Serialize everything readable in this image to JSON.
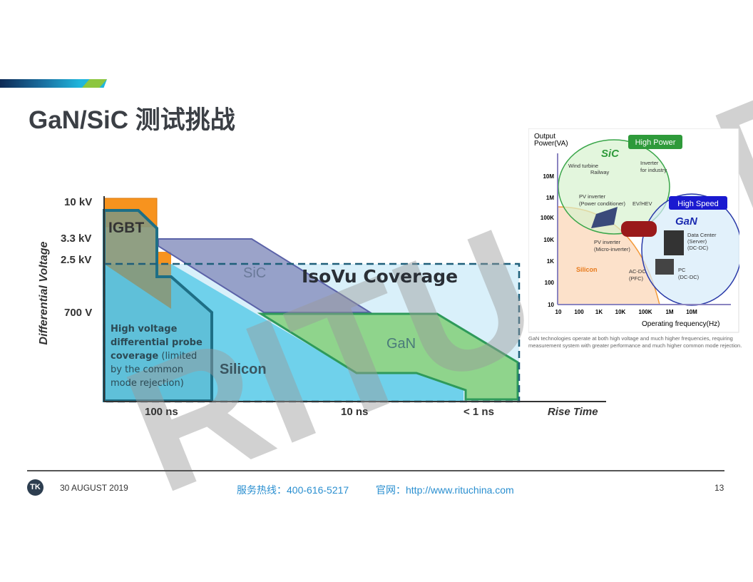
{
  "slide": {
    "title": "GaN/SiC 测试挑战",
    "watermark": "RITU 日图科技"
  },
  "diagram": {
    "y_axis_title": "Differential Voltage",
    "y_ticks": [
      "10 kV",
      "3.3 kV",
      "2.5 kV",
      "700 V"
    ],
    "x_ticks": [
      "100 ns",
      "10 ns",
      "< 1 ns"
    ],
    "x_axis_title": "Rise Time",
    "regions": {
      "igbt": "IGBT",
      "sic": "SiC",
      "isovu": "IsoVu Coverage",
      "gan": "GaN",
      "silicon": "Silicon"
    },
    "note_bold": "High voltage differential probe coverage",
    "note_rest": " (limited by the common mode rejection)"
  },
  "inset": {
    "y_title_1": "Output",
    "y_title_2": "Power(VA)",
    "y_ticks": [
      "10M",
      "1M",
      "100K",
      "10K",
      "1K",
      "100",
      "10"
    ],
    "x_ticks": [
      "10",
      "100",
      "1K",
      "10K",
      "100K",
      "1M",
      "10M"
    ],
    "x_title": "Operating  frequency(Hz)",
    "high_power": "High Power",
    "high_speed": "High Speed",
    "sic": "SiC",
    "gan": "GaN",
    "silicon": "Silicon",
    "apps": {
      "wind": "Wind turbine",
      "railway": "Railway",
      "inv_ind_1": "Inverter",
      "inv_ind_2": "for industry",
      "pv1_1": "PV inverter",
      "pv1_2": "(Power conditioner)",
      "ev": "EV/HEV",
      "pv2_1": "PV inverter",
      "pv2_2": "(Micro-inverter)",
      "dc_1": "Data Center",
      "dc_2": "(Server)",
      "dc_3": "(DC-DC)",
      "acdc_1": "AC-DC",
      "acdc_2": "(PFC)",
      "pc_1": "PC",
      "pc_2": "(DC-DC)"
    },
    "caption": "GaN technologies operate at both high voltage and much higher frequencies, requiring measurement system with greater performance and much higher common mode rejection."
  },
  "footer": {
    "date": "30 AUGUST 2019",
    "hotline": "服务热线：400-616-5217",
    "website": "官网：http://www.rituchina.com",
    "page": "13",
    "logo": "TK"
  },
  "colors": {
    "title": "#3b3f45",
    "accent_blue": "#1fb6dc",
    "accent_green": "#8cc63f",
    "link": "#2a8fd0"
  }
}
